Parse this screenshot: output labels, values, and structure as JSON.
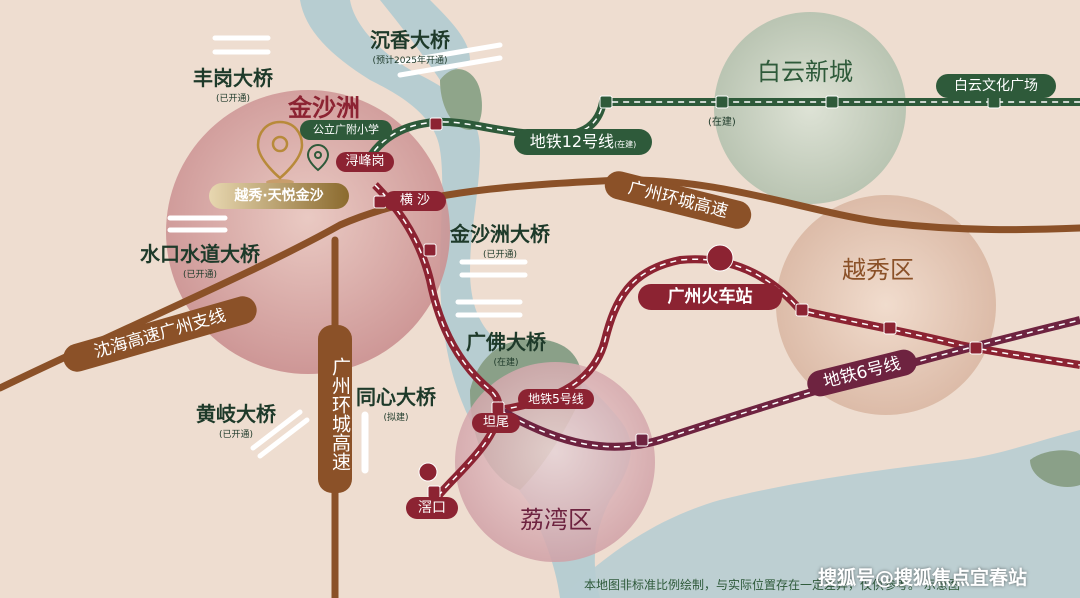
{
  "districts": {
    "jinshazhou": "金沙洲",
    "baiyun_new_city": "白云新城",
    "yuexiu": "越秀区",
    "liwan": "荔湾区"
  },
  "bridges": {
    "fenggang": {
      "name": "丰岗大桥",
      "status": "(已开通)"
    },
    "chenxiang": {
      "name": "沉香大桥",
      "status": "(预计2025年开通)"
    },
    "shuikou": {
      "name": "水口水道大桥",
      "status": "(已开通)"
    },
    "jinshazhou": {
      "name": "金沙洲大桥",
      "status": "(已开通)"
    },
    "guangfo": {
      "name": "广佛大桥",
      "status": "(在建)"
    },
    "tongxin": {
      "name": "同心大桥",
      "status": "(拟建)"
    },
    "huangqi": {
      "name": "黄岐大桥",
      "status": "(已开通)"
    }
  },
  "highways": {
    "shenhai": "沈海高速广州支线",
    "ring_east": "广州环城高速",
    "ring_vertical": "广州环城高速"
  },
  "metro": {
    "line12": {
      "name": "地铁12号线",
      "status": "(在建)",
      "color": "#2e5a3a"
    },
    "line5": {
      "name": "地铁5号线",
      "color": "#8c2332"
    },
    "line6": {
      "name": "地铁6号线",
      "color": "#6e2340"
    },
    "zaijian": "(在建)"
  },
  "stations": {
    "xunfenggang": "浔峰岗",
    "hengsha": "横 沙",
    "tanwei": "坦尾",
    "jiaokou": "滘口",
    "guangzhou_railway": "广州火车站",
    "baiyun_culture": "白云文化广场"
  },
  "pois": {
    "project": "越秀·天悦金沙",
    "school": "公立广附小学"
  },
  "footer": {
    "disclaimer": "本地图非标准比例绘制，与实际位置存在一定差异，仅供参考。  示意图",
    "watermark": "搜狐号@搜狐焦点宜春站"
  },
  "colors": {
    "background": "#eeddd0",
    "river": "#b7cdd1",
    "highway": "#8b5128",
    "metro_green": "#2e5a3a",
    "metro_red": "#8c2332"
  }
}
